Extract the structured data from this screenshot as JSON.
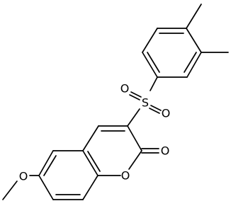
{
  "molecule": {
    "atoms": [
      {
        "symbol": "S"
      },
      {
        "symbol": "O"
      },
      {
        "symbol": "O"
      },
      {
        "symbol": "O"
      },
      {
        "symbol": "O"
      },
      {
        "symbol": "O"
      }
    ]
  }
}
